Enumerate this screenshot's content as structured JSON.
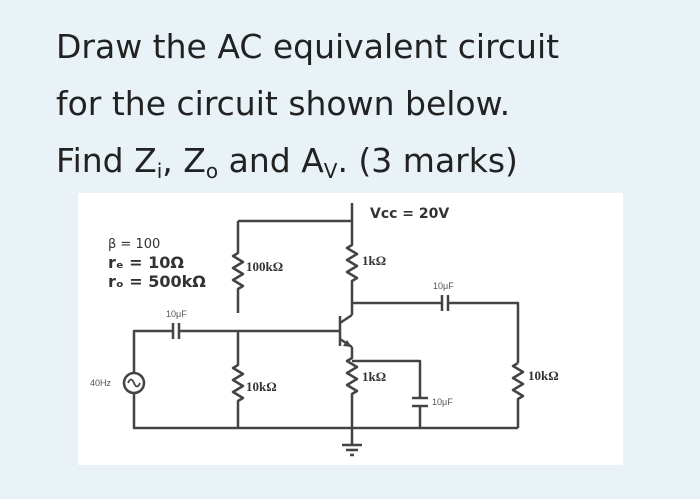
{
  "question": {
    "line1": "Draw the AC equivalent circuit",
    "line2": "for the circuit shown below.",
    "line3_find": "Find Z",
    "sub_i": "i",
    "comma": ", Z",
    "sub_o": "o",
    "and": " and A",
    "sub_v": "V",
    "marks": ". (3 marks)"
  },
  "circuit": {
    "beta": "β = 100",
    "re": "rₑ = 10Ω",
    "ro": "rₒ = 500kΩ",
    "vcc": "Vcc = 20V",
    "r1": "100kΩ",
    "r2": "10kΩ",
    "rc": "1kΩ",
    "re_res": "1kΩ",
    "rl": "10kΩ",
    "c_in": "10μF",
    "c_out": "10μF",
    "c_e": "10μF",
    "source_freq": "40Hz"
  }
}
